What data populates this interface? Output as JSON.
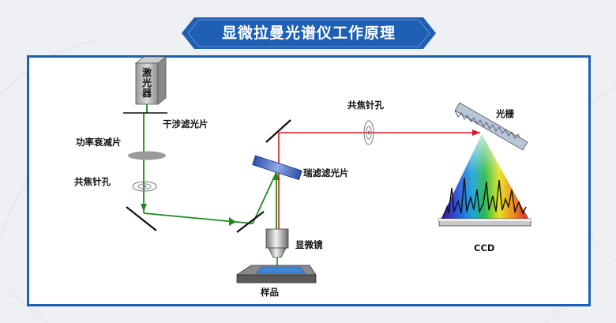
{
  "title": "显微拉曼光谱仪工作原理",
  "labels": {
    "laser": "激光器",
    "interference_filter": "干涉滤光片",
    "attenuator": "功率衰减片",
    "pinhole_left": "共焦针孔",
    "rayleigh_filter": "瑞滤滤光片",
    "microscope": "显微镜",
    "sample": "样品",
    "pinhole_right": "共焦针孔",
    "grating": "光栅",
    "ccd": "CCD"
  },
  "colors": {
    "frame": "#1f5fb4",
    "banner": "#1f5fb4",
    "laser_beam": "#1e8a1e",
    "raman_beam": "#d21b1b"
  }
}
